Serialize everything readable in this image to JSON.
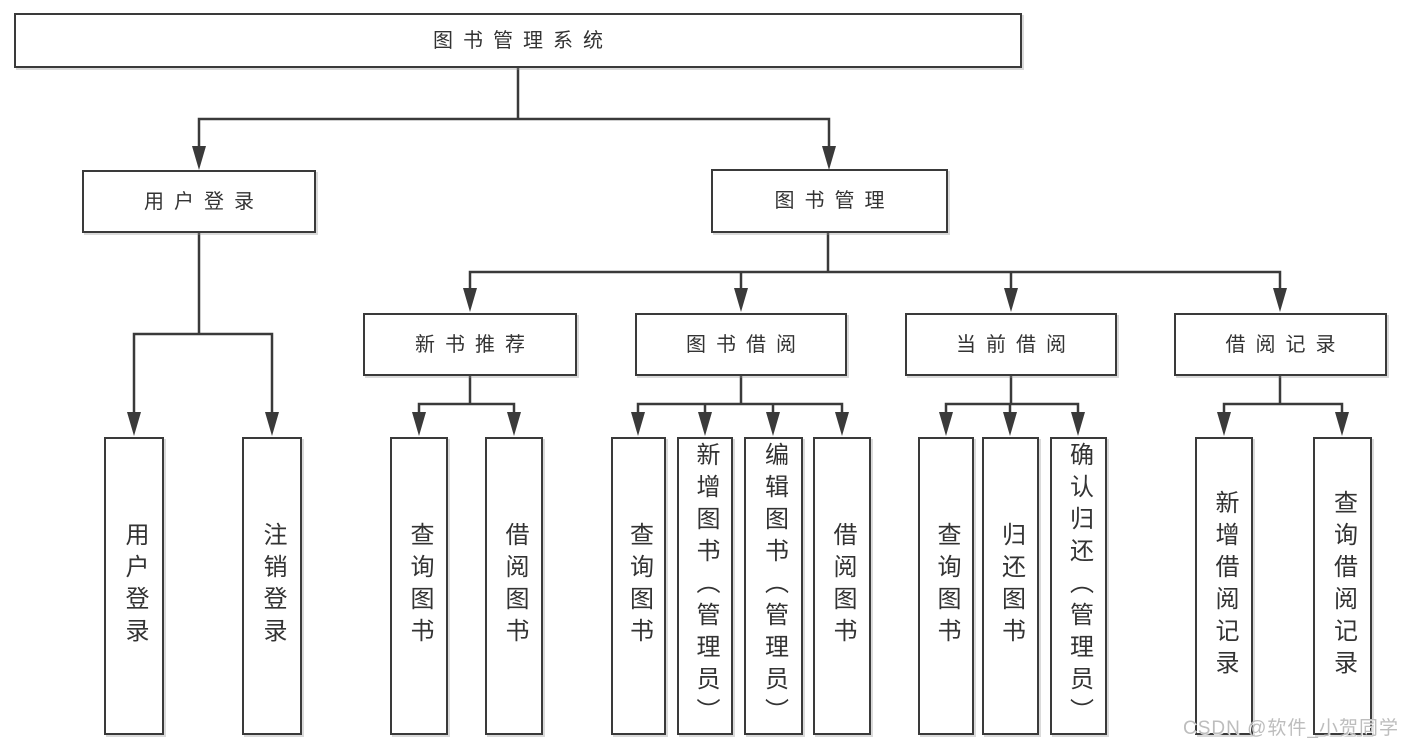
{
  "diagram": {
    "title": "图书管理系统",
    "tree": {
      "label": "图书管理系统",
      "children": [
        {
          "label": "用户登录",
          "children": [
            {
              "label": "用户登录"
            },
            {
              "label": "注销登录"
            }
          ]
        },
        {
          "label": "图书管理",
          "children": [
            {
              "label": "新书推荐",
              "children": [
                {
                  "label": "查询图书"
                },
                {
                  "label": "借阅图书"
                }
              ]
            },
            {
              "label": "图书借阅",
              "children": [
                {
                  "label": "查询图书"
                },
                {
                  "label": "新增图书（管理员）"
                },
                {
                  "label": "编辑图书（管理员）"
                },
                {
                  "label": "借阅图书"
                }
              ]
            },
            {
              "label": "当前借阅",
              "children": [
                {
                  "label": "查询图书"
                },
                {
                  "label": "归还图书"
                },
                {
                  "label": "确认归还（管理员）"
                }
              ]
            },
            {
              "label": "借阅记录",
              "children": [
                {
                  "label": "新增借阅记录"
                },
                {
                  "label": "查询借阅记录"
                }
              ]
            }
          ]
        }
      ]
    }
  },
  "watermark": {
    "text": "CSDN @软件_小贺同学"
  },
  "colors": {
    "line": "#3a3a3a",
    "border": "#3a3a3a",
    "text": "#333333",
    "watermark": "#bdbdbd",
    "background": "#ffffff"
  }
}
